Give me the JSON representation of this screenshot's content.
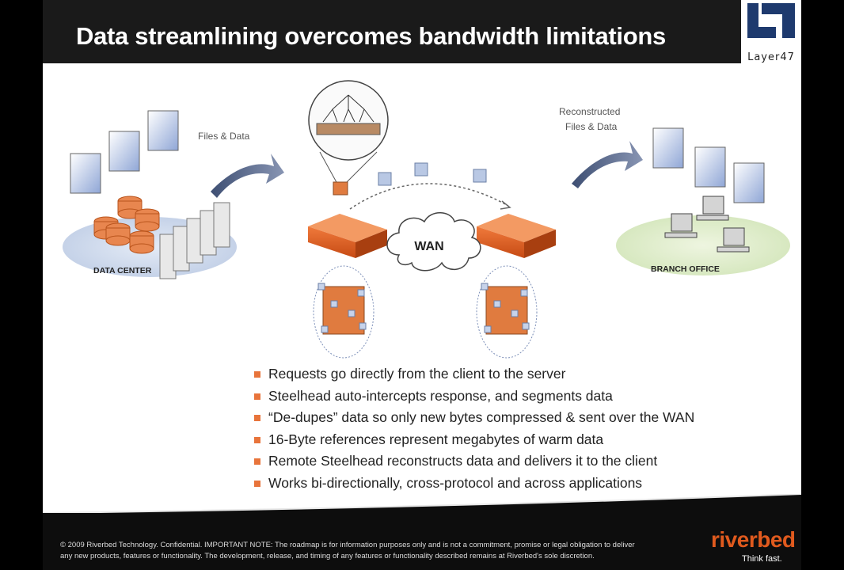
{
  "slide": {
    "title": "Data streamlining overcomes bandwidth limitations",
    "logo_text": "Layer47"
  },
  "diagram": {
    "files_label": "Files & Data",
    "reconstructed_label_1": "Reconstructed",
    "reconstructed_label_2": "Files & Data",
    "data_center_label": "DATA CENTER",
    "branch_office_label": "BRANCH OFFICE",
    "wan_label": "WAN"
  },
  "bullets": [
    "Requests go directly from the client to the server",
    "Steelhead auto-intercepts response, and segments data",
    "“De-dupes” data so only new bytes compressed & sent over the WAN",
    "16-Byte references represent megabytes of warm data",
    "Remote Steelhead reconstructs data and delivers it to the client",
    "Works bi-directionally, cross-protocol and across applications"
  ],
  "footer": {
    "line1": "© 2009 Riverbed Technology. Confidential. IMPORTANT NOTE: The roadmap is for information purposes only and is not a commitment, promise or legal obligation to deliver",
    "line2": "any new products, features or functionality. The development, release, and timing of any features or functionality described remains at Riverbed's sole discretion.",
    "brand": "riverbed",
    "tagline": "Think fast."
  },
  "colors": {
    "accent_orange": "#e05a1e",
    "header_bg": "#1a1a1a"
  }
}
